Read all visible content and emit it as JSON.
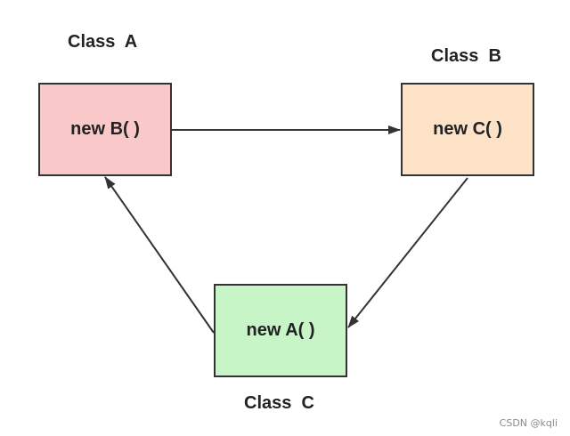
{
  "nodes": {
    "a": {
      "title": "Class  A",
      "label": "new B( )",
      "fill": "#f9c9c9"
    },
    "b": {
      "title": "Class  B",
      "label": "new C( )",
      "fill": "#fde2c8"
    },
    "c": {
      "title": "Class  C",
      "label": "new A( )",
      "fill": "#c8f5c8"
    }
  },
  "edges": [
    {
      "from": "a",
      "to": "b"
    },
    {
      "from": "b",
      "to": "c"
    },
    {
      "from": "c",
      "to": "a"
    }
  ],
  "colors": {
    "stroke": "#333333",
    "text": "#222222"
  },
  "watermark": "CSDN @kqli"
}
